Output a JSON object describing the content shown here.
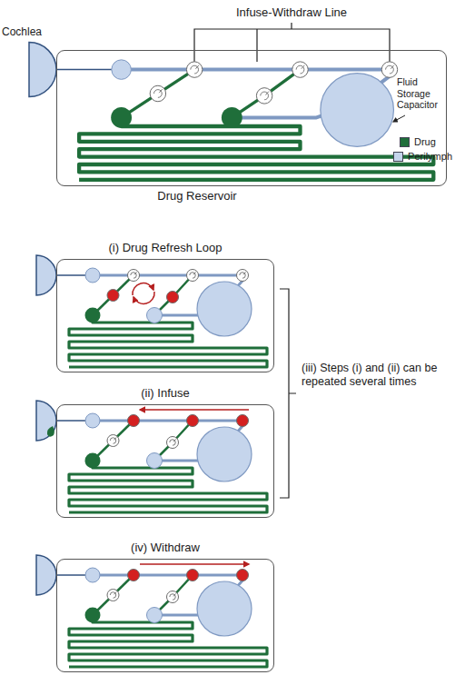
{
  "diagram": {
    "nodes": [
      {
        "text": [
          "Drug Reservoir"
        ]
      },
      {
        "text": [
          "(i) Drug Refresh Loop"
        ]
      },
      {
        "text": [
          "(ii) Infuse"
        ]
      },
      {
        "text": [
          "(iv) Withdraw"
        ]
      }
    ],
    "labels": [
      "Infuse-Withdraw Line",
      "Cochlea",
      "Fluid Storage Capacitor",
      "(iii) Steps (i) and (ii) can be repeated several times"
    ],
    "legend": [
      {
        "text": "Drug",
        "color": "#1f6e3a"
      },
      {
        "text": "Perilymph",
        "color": "#c5d5ec"
      }
    ]
  }
}
